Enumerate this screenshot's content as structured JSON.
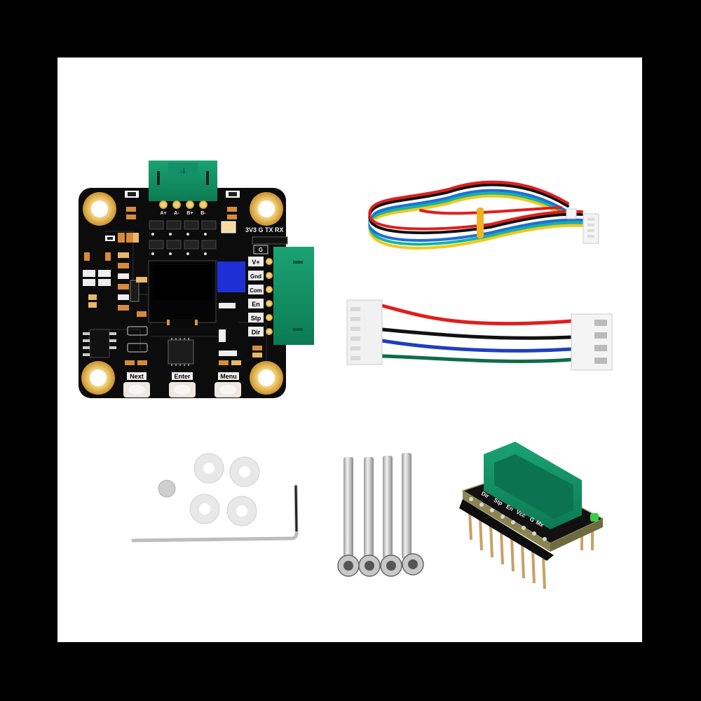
{
  "scene": {
    "background": "#000000",
    "panel_color": "#ffffff",
    "description": "Closed-loop stepper motor driver kit product photo"
  },
  "board": {
    "pcb_color": "#0c0c0c",
    "pad_color": "#d9a935",
    "connector_color": "#0f8a5f",
    "potentiometer_color": "#1f2fd6",
    "top_connector_label": "4",
    "motor_pins": [
      "A+",
      "A-",
      "B+",
      "B-"
    ],
    "uart_header": "3V3 G TX RX",
    "ground_label": "G",
    "signal_pins": [
      "V+",
      "Gnd",
      "Com",
      "En",
      "Stp",
      "Dir"
    ],
    "buttons": [
      "Next",
      "Enter",
      "Menu"
    ]
  },
  "cables": {
    "cable_1_colors": [
      "#e01e1e",
      "#111111",
      "#ffffff",
      "#1e6fd6",
      "#19b39b",
      "#f2c81b"
    ],
    "tie_color": "#f0b323",
    "cable_2_colors": [
      "#e01e1e",
      "#111111",
      "#1f3fbf",
      "#0e6b4a"
    ],
    "connector_color": "#f4f4f4"
  },
  "hardware": {
    "washer_count": 4,
    "screw_count": 4,
    "magnet_count": 1,
    "hex_key_count": 1
  },
  "adapter": {
    "labels": [
      "Dir",
      "Stp",
      "En",
      "Vcc",
      "G",
      "Mx"
    ],
    "pin_count": 8
  }
}
